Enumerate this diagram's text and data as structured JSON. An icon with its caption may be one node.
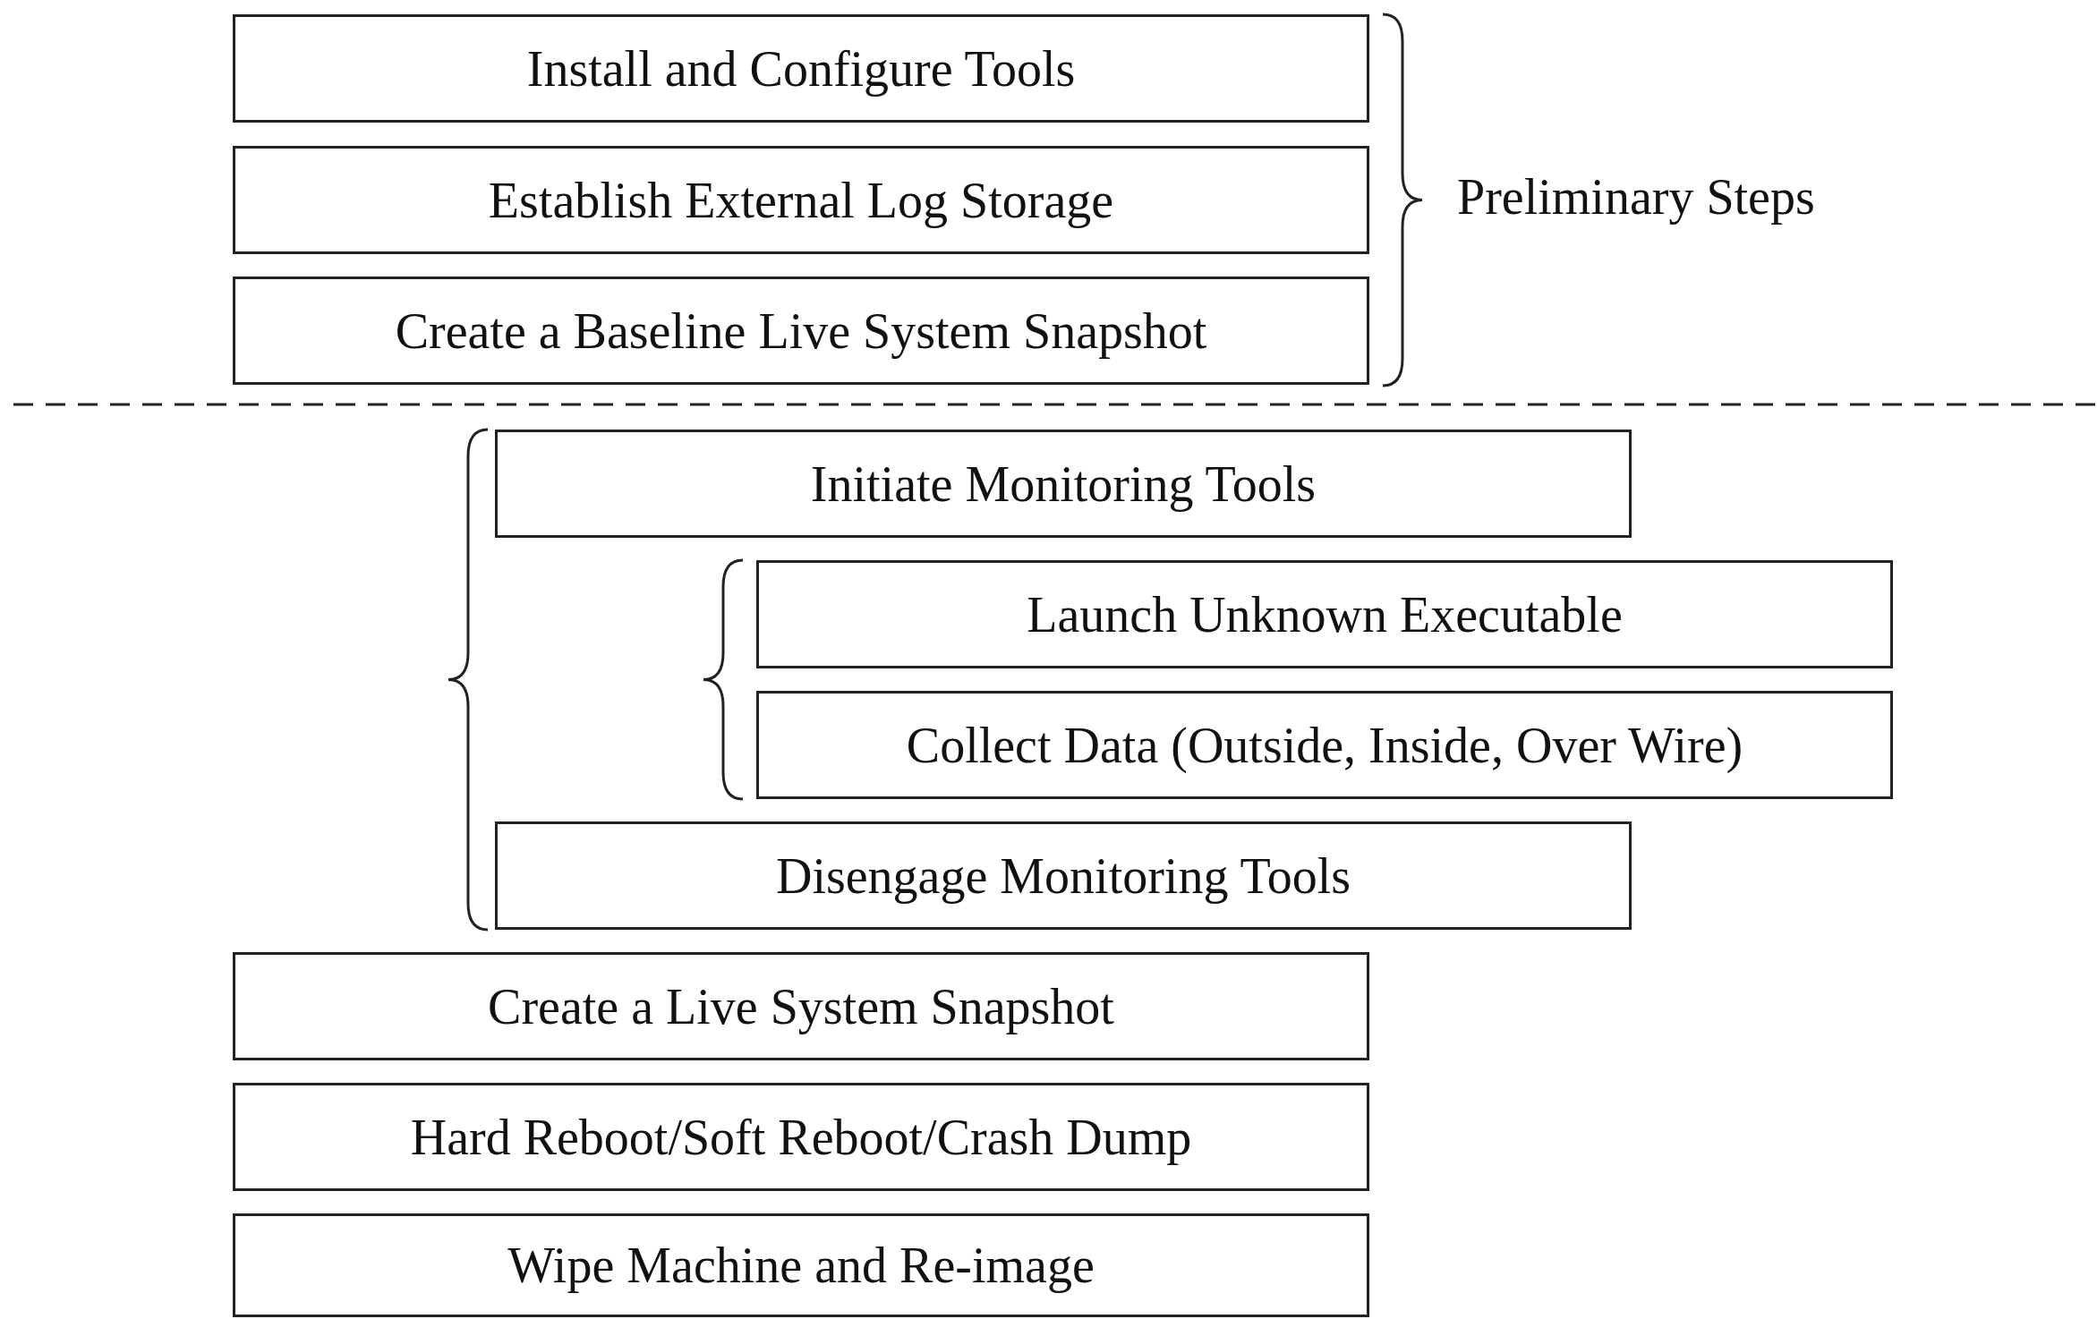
{
  "diagram": {
    "nodes": [
      {
        "text": [
          "Install and Configure Tools"
        ]
      },
      {
        "text": [
          "Establish External Log Storage"
        ]
      },
      {
        "text": [
          "Create a Baseline Live System Snapshot"
        ]
      },
      {
        "text": [
          "Initiate Monitoring Tools"
        ]
      },
      {
        "text": [
          "Launch Unknown Executable"
        ]
      },
      {
        "text": [
          "Collect Data (Outside, Inside, Over Wire)"
        ]
      },
      {
        "text": [
          "Disengage Monitoring Tools"
        ]
      },
      {
        "text": [
          "Create a Live System Snapshot"
        ]
      },
      {
        "text": [
          "Hard Reboot/Soft Reboot/Crash Dump"
        ]
      },
      {
        "text": [
          "Wipe Machine and Re-image"
        ]
      }
    ],
    "edges": [],
    "labels": [
      "Preliminary Steps"
    ]
  }
}
